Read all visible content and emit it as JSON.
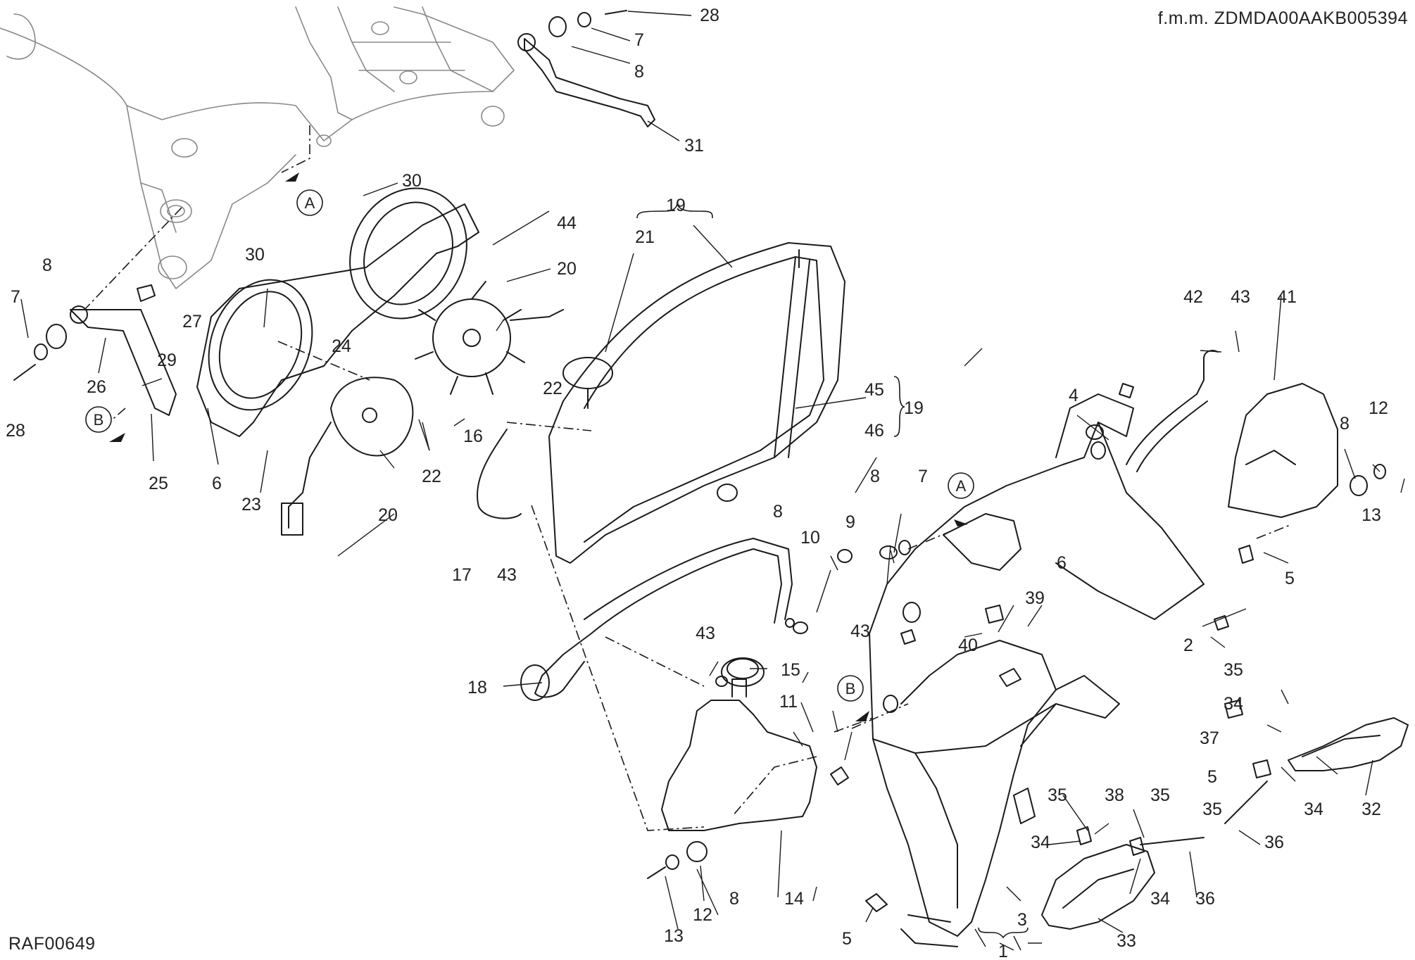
{
  "header": {
    "frame_number": "f.m.m. ZDMDA00AAKB005394",
    "drawing_code": "RAF00649"
  },
  "colors": {
    "line": "#1a1a1a",
    "text": "#222222",
    "background": "#ffffff"
  },
  "reference_markers": [
    "A",
    "B",
    "A",
    "B"
  ],
  "part_labels": [
    "28",
    "7",
    "8",
    "31",
    "30",
    "44",
    "20",
    "21",
    "19",
    "30",
    "8",
    "7",
    "27",
    "24",
    "42",
    "43",
    "41",
    "22",
    "29",
    "26",
    "28",
    "45",
    "19",
    "46",
    "4",
    "12",
    "16",
    "8",
    "25",
    "6",
    "23",
    "22",
    "20",
    "8",
    "8",
    "7",
    "A",
    "13",
    "17",
    "43",
    "5",
    "10",
    "9",
    "6",
    "39",
    "18",
    "43",
    "43",
    "15",
    "40",
    "2",
    "35",
    "34",
    "11",
    "37",
    "5",
    "35",
    "34",
    "32",
    "38",
    "35",
    "34",
    "35",
    "34",
    "36",
    "5",
    "3",
    "8",
    "14",
    "36",
    "33",
    "12",
    "13",
    "1"
  ]
}
